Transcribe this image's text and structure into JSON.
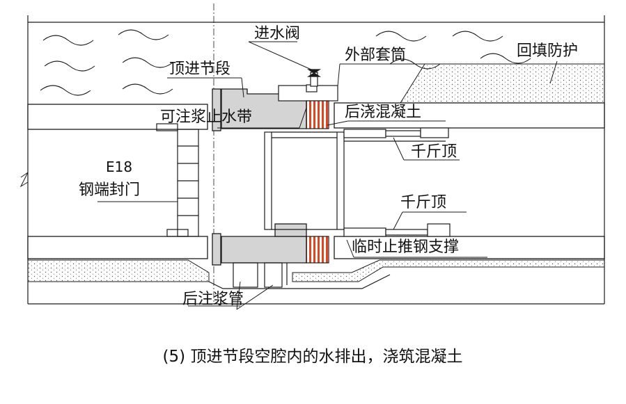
{
  "labels": {
    "inlet_valve": "进水阀",
    "jacking_segment": "顶进节段",
    "outer_sleeve": "外部套筒",
    "backfill_protection": "回填防护",
    "groutable_waterstop": "可注浆止水带",
    "post_cast_concrete": "后浇混凝土",
    "jack_upper": "千斤顶",
    "door_code": "E18",
    "door_name": "钢端封门",
    "jack_lower": "千斤顶",
    "temp_brace": "临时止推钢支撑",
    "post_grouting_pipe": "后注浆管"
  },
  "caption": "(5) 顶进节段空腔内的水排出，浇筑混凝土",
  "colors": {
    "line": "#1a1a1a",
    "segment_fill": "#d4d4d4",
    "concrete_hatch": "#e0451f",
    "soil_dots": "#555555"
  }
}
